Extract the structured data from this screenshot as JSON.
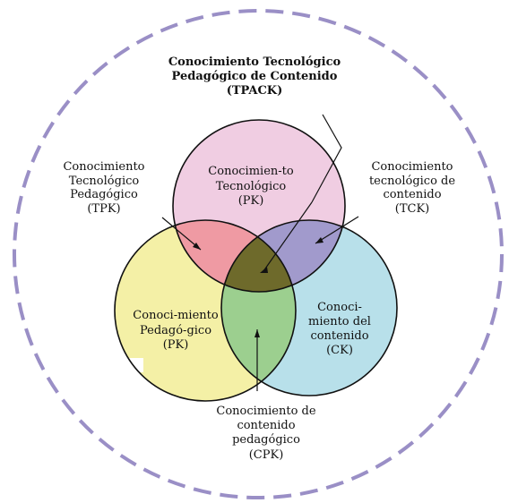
{
  "title": {
    "line1": "Conocimiento Tecnológico",
    "line2": "Pedagógico de Contenido",
    "line3": "(TPACK)"
  },
  "circles": {
    "technological": {
      "line1": "Conocimien-to",
      "line2": "Tecnológico",
      "line3": "(PK)",
      "color": "#f0cde2"
    },
    "pedagogical": {
      "line1": "Conoci-miento",
      "line2": "Pedagó-gico",
      "line3": "(PK)",
      "color": "#f4f0a6"
    },
    "content": {
      "line1": "Conoci-",
      "line2": "miento del",
      "line3": "contenido",
      "line4": "(CK)",
      "color": "#b8e0ea"
    }
  },
  "intersections": {
    "tpk_color": "#ef9aa3",
    "tck_color": "#a19acc",
    "cpk_color": "#9ccf8f",
    "tpack_color": "#6e6a2b"
  },
  "labels": {
    "tpk": {
      "line1": "Conocimiento",
      "line2": "Tecnológico",
      "line3": "Pedagógico",
      "line4": "(TPK)"
    },
    "tck": {
      "line1": "Conocimiento",
      "line2": "tecnológico de",
      "line3": "contenido",
      "line4": "(TCK)"
    },
    "cpk": {
      "line1": "Conocimiento de",
      "line2": "contenido",
      "line3": "pedagógico",
      "line4": "(CPK)"
    }
  },
  "outer_ring_color": "#9a8fc6"
}
